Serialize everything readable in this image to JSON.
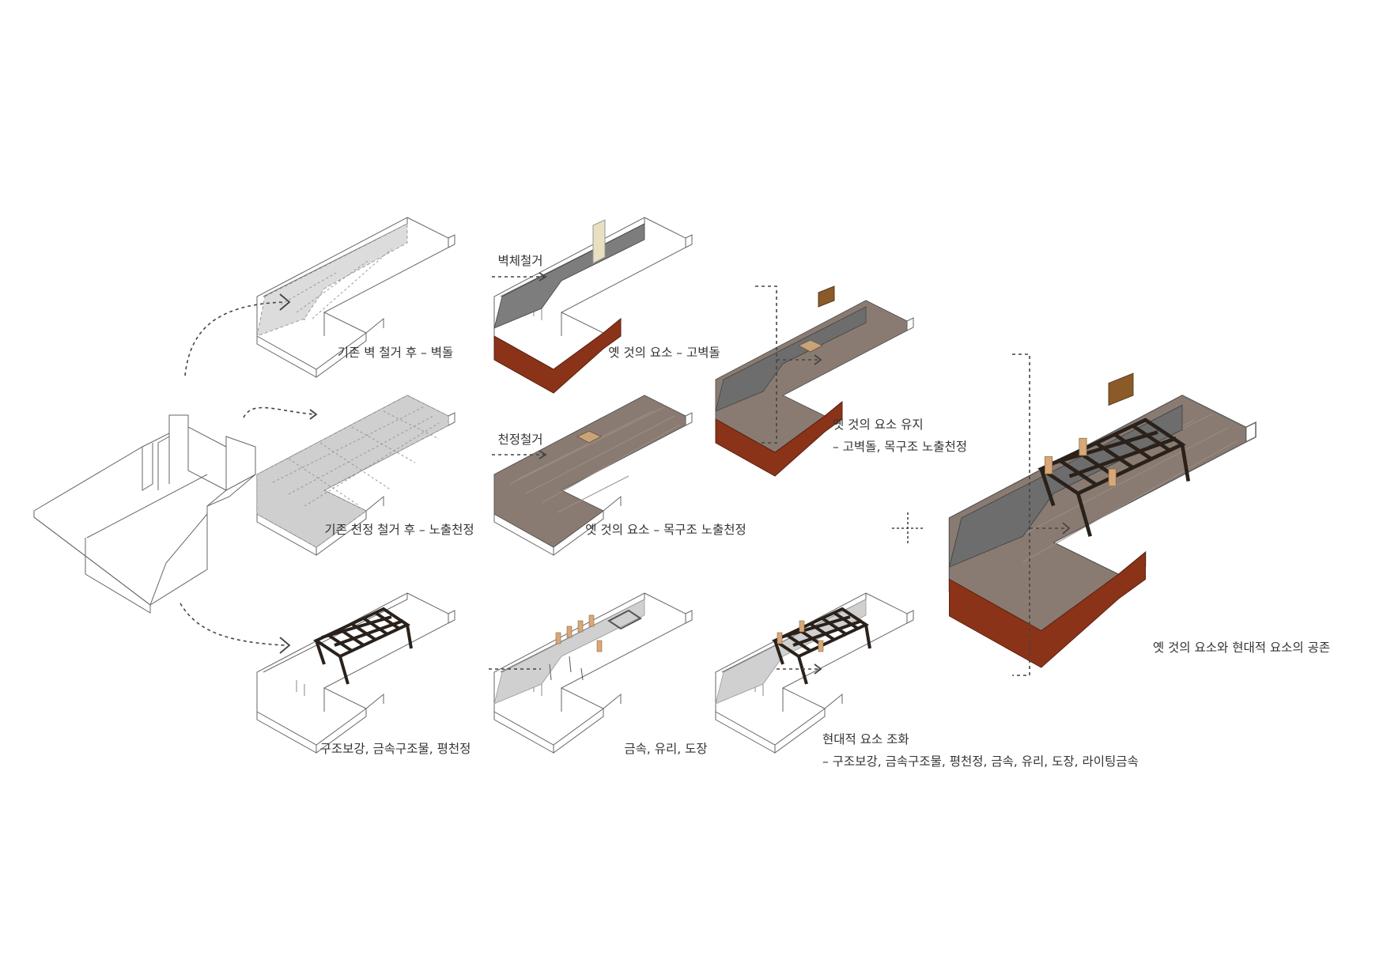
{
  "labels": {
    "wall_removed": "기존 벽 철거 후 – 벽돌",
    "ceiling_removed": "기존 천정 철거 후 – 노출천정",
    "structure": "구조보강, 금속구조물, 평천정",
    "wall_demolition": "벽체철거",
    "ceiling_demolition": "천정철거",
    "old_brick": "옛 것의 요소 – 고벽돌",
    "old_wood_ceiling": "옛 것의 요소 – 목구조 노출천정",
    "materials": "금속, 유리, 도장",
    "keep_old_line1": "옛 것의 요소 유지",
    "keep_old_line2": "– 고벽돌, 목구조 노출천정",
    "modern_line1": "현대적 요소 조화",
    "modern_line2": "– 구조보강, 금속구조물, 평천정, 금속, 유리, 도장, 라이팅금속",
    "coexistence": "옛 것의 요소와 현대적 요소의 공존"
  },
  "colors": {
    "line": "#555555",
    "brick_red": "#8a3318",
    "wood": "#8a7b72",
    "wall_gray": "#7d7d7d",
    "steel": "#2a211b",
    "grid_fill": "#d2d2d2"
  }
}
